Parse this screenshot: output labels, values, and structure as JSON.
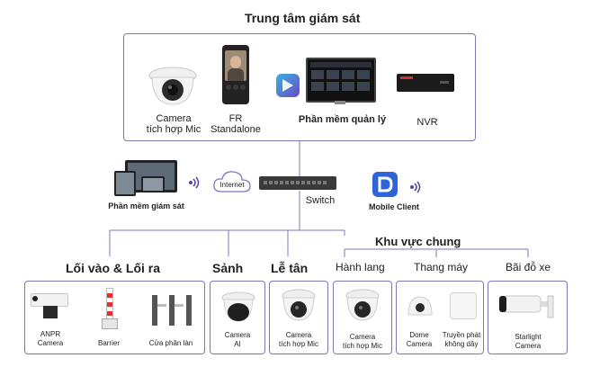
{
  "center": {
    "title": "Trung tâm giám sát",
    "items": {
      "camera": [
        "Camera",
        "tích hợp Mic"
      ],
      "fr": [
        "FR",
        "Standalone"
      ],
      "software": "Phần mềm quản lý",
      "nvr": "NVR"
    }
  },
  "middle": {
    "monitor_software": "Phần mềm giám sát",
    "internet": "Internet",
    "switch": "Switch",
    "mobile_client": "Mobile Client"
  },
  "zones": {
    "entrance": {
      "title": "Lối vào & Lối ra",
      "items": [
        [
          "ANPR",
          "Camera"
        ],
        [
          "Barrier"
        ],
        [
          "Cửa phân làn"
        ]
      ]
    },
    "lobby": {
      "title": "Sảnh",
      "items": [
        [
          "Camera",
          "AI"
        ]
      ]
    },
    "reception": {
      "title": "Lễ tân",
      "items": [
        [
          "Camera",
          "tích hợp Mic"
        ]
      ]
    },
    "common": {
      "title": "Khu vực chung",
      "hallway": {
        "title": "Hành lang",
        "items": [
          [
            "Camera",
            "tích hợp Mic"
          ]
        ]
      },
      "elevator": {
        "title": "Thang máy",
        "items": [
          [
            "Dome",
            "Camera"
          ],
          [
            "Truyền phát",
            "không dây"
          ]
        ]
      },
      "parking": {
        "title": "Bãi đỗ xe",
        "items": [
          [
            "Starlight",
            "Camera"
          ]
        ]
      }
    }
  },
  "colors": {
    "border": "#7f76b8",
    "line": "#7f76b8",
    "accent": "#2f64d8"
  }
}
